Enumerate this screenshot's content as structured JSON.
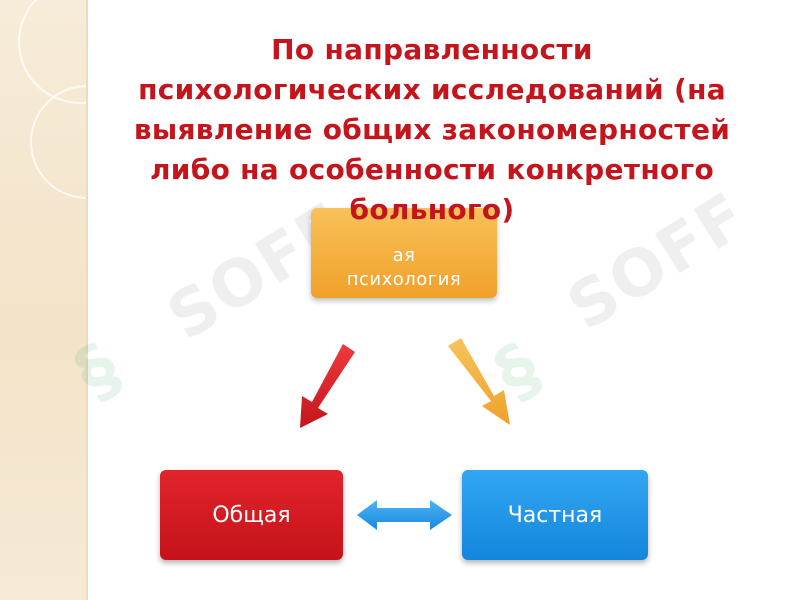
{
  "title": "По направленности\nпсихологических исследований (на\nвыявление общих закономерностей\nлибо на особенности конкретного\nбольного)",
  "nodes": {
    "top": "ая\nпсихология",
    "left": "Общая",
    "right": "Частная"
  },
  "watermark": "SOFF",
  "colors": {
    "title": "#c4151c",
    "top_box": "#f1a02a",
    "left_box": "#d51a21",
    "right_box": "#1e93e6",
    "arrow_red": "#d8262b",
    "arrow_orange": "#f0ad3a",
    "arrow_blue": "#2a9be8"
  }
}
